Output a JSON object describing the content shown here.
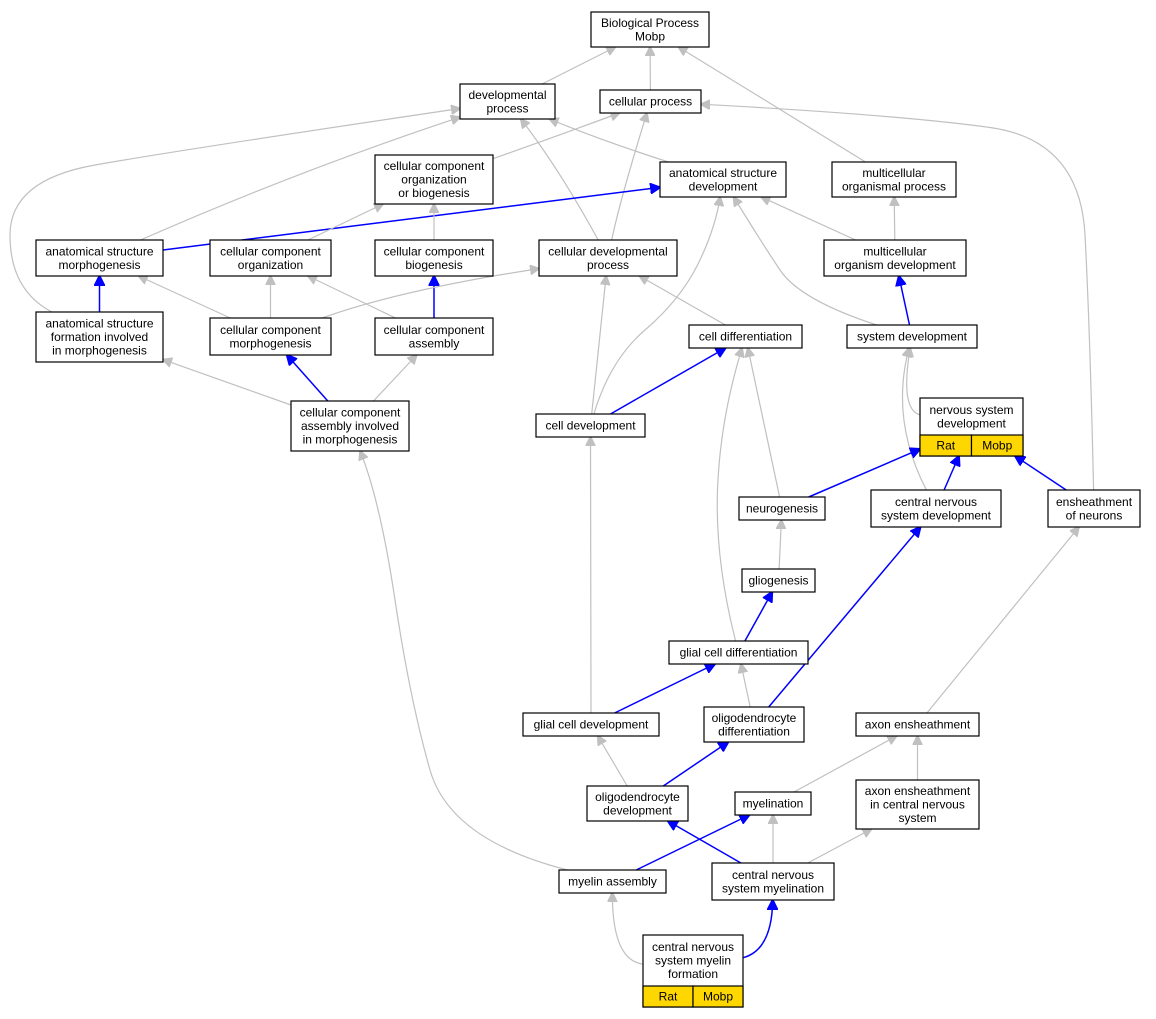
{
  "nodes": {
    "bp": {
      "lines": [
        "Biological Process",
        "Mobp"
      ]
    },
    "devp": {
      "lines": [
        "developmental",
        "process"
      ]
    },
    "cellp": {
      "lines": [
        "cellular process"
      ]
    },
    "ccob": {
      "lines": [
        "cellular component",
        "organization",
        "or biogenesis"
      ]
    },
    "asd": {
      "lines": [
        "anatomical structure",
        "development"
      ]
    },
    "mop": {
      "lines": [
        "multicellular",
        "organismal process"
      ]
    },
    "asm": {
      "lines": [
        "anatomical structure",
        "morphogenesis"
      ]
    },
    "cco": {
      "lines": [
        "cellular component",
        "organization"
      ]
    },
    "ccb": {
      "lines": [
        "cellular component",
        "biogenesis"
      ]
    },
    "cdp": {
      "lines": [
        "cellular developmental",
        "process"
      ]
    },
    "mod": {
      "lines": [
        "multicellular",
        "organism development"
      ]
    },
    "asf": {
      "lines": [
        "anatomical structure",
        "formation involved",
        "in morphogenesis"
      ]
    },
    "ccm": {
      "lines": [
        "cellular component",
        "morphogenesis"
      ]
    },
    "cca": {
      "lines": [
        "cellular component",
        "assembly"
      ]
    },
    "cdiff": {
      "lines": [
        "cell differentiation"
      ]
    },
    "sysd": {
      "lines": [
        "system development"
      ]
    },
    "ccaim": {
      "lines": [
        "cellular component",
        "assembly involved",
        "in morphogenesis"
      ]
    },
    "celldev": {
      "lines": [
        "cell development"
      ]
    },
    "nsd": {
      "lines": [
        "nervous system",
        "development"
      ],
      "tags": [
        "Rat",
        "Mobp"
      ]
    },
    "neurog": {
      "lines": [
        "neurogenesis"
      ]
    },
    "cnsd": {
      "lines": [
        "central nervous",
        "system development"
      ]
    },
    "ensh": {
      "lines": [
        "ensheathment",
        "of neurons"
      ]
    },
    "gliog": {
      "lines": [
        "gliogenesis"
      ]
    },
    "gcdiff": {
      "lines": [
        "glial cell differentiation"
      ]
    },
    "gcdev": {
      "lines": [
        "glial cell development"
      ]
    },
    "oligod": {
      "lines": [
        "oligodendrocyte",
        "differentiation"
      ]
    },
    "axen": {
      "lines": [
        "axon ensheathment"
      ]
    },
    "oligodev": {
      "lines": [
        "oligodendrocyte",
        "development"
      ]
    },
    "myel": {
      "lines": [
        "myelination"
      ]
    },
    "axcns": {
      "lines": [
        "axon ensheathment",
        "in central nervous",
        "system"
      ]
    },
    "myasm": {
      "lines": [
        "myelin assembly"
      ]
    },
    "cnsmy": {
      "lines": [
        "central nervous",
        "system myelination"
      ]
    },
    "cnsmf": {
      "lines": [
        "central nervous",
        "system myelin",
        "formation"
      ],
      "tags": [
        "Rat",
        "Mobp"
      ]
    }
  },
  "edges": [
    {
      "from": "devp",
      "to": "bp",
      "color": "grey"
    },
    {
      "from": "cellp",
      "to": "bp",
      "color": "grey"
    },
    {
      "from": "mop",
      "to": "bp",
      "color": "grey"
    },
    {
      "from": "ccob",
      "to": "cellp",
      "color": "grey"
    },
    {
      "from": "asd",
      "to": "devp",
      "color": "grey"
    },
    {
      "from": "asm",
      "to": "devp",
      "color": "grey"
    },
    {
      "from": "asf",
      "to": "devp",
      "color": "grey"
    },
    {
      "from": "cdp",
      "to": "devp",
      "color": "grey"
    },
    {
      "from": "cdp",
      "to": "cellp",
      "color": "grey"
    },
    {
      "from": "ensh",
      "to": "cellp",
      "color": "grey"
    },
    {
      "from": "asm",
      "to": "asd",
      "color": "blue"
    },
    {
      "from": "mod",
      "to": "asd",
      "color": "grey"
    },
    {
      "from": "sysd",
      "to": "asd",
      "color": "grey"
    },
    {
      "from": "celldev",
      "to": "asd",
      "color": "grey"
    },
    {
      "from": "mod",
      "to": "mop",
      "color": "grey"
    },
    {
      "from": "cco",
      "to": "ccob",
      "color": "grey"
    },
    {
      "from": "ccb",
      "to": "ccob",
      "color": "grey"
    },
    {
      "from": "asf",
      "to": "asm",
      "color": "blue"
    },
    {
      "from": "ccm",
      "to": "asm",
      "color": "grey"
    },
    {
      "from": "ccm",
      "to": "cco",
      "color": "grey"
    },
    {
      "from": "cca",
      "to": "cco",
      "color": "grey"
    },
    {
      "from": "cca",
      "to": "ccb",
      "color": "blue"
    },
    {
      "from": "ccm",
      "to": "cdp",
      "color": "grey"
    },
    {
      "from": "cdiff",
      "to": "cdp",
      "color": "grey"
    },
    {
      "from": "celldev",
      "to": "cdp",
      "color": "grey"
    },
    {
      "from": "sysd",
      "to": "mod",
      "color": "blue"
    },
    {
      "from": "ccaim",
      "to": "asf",
      "color": "grey"
    },
    {
      "from": "ccaim",
      "to": "ccm",
      "color": "blue"
    },
    {
      "from": "ccaim",
      "to": "cca",
      "color": "grey"
    },
    {
      "from": "celldev",
      "to": "cdiff",
      "color": "blue"
    },
    {
      "from": "neurog",
      "to": "cdiff",
      "color": "grey"
    },
    {
      "from": "gcdiff",
      "to": "cdiff",
      "color": "grey"
    },
    {
      "from": "nsd",
      "to": "sysd",
      "color": "grey"
    },
    {
      "from": "cnsd",
      "to": "sysd",
      "color": "grey"
    },
    {
      "from": "myasm",
      "to": "ccaim",
      "color": "grey"
    },
    {
      "from": "gcdev",
      "to": "celldev",
      "color": "grey"
    },
    {
      "from": "neurog",
      "to": "nsd",
      "color": "blue"
    },
    {
      "from": "cnsd",
      "to": "nsd",
      "color": "blue"
    },
    {
      "from": "ensh",
      "to": "nsd",
      "color": "blue"
    },
    {
      "from": "gliog",
      "to": "neurog",
      "color": "grey"
    },
    {
      "from": "oligod",
      "to": "cnsd",
      "color": "blue"
    },
    {
      "from": "axen",
      "to": "ensh",
      "color": "grey"
    },
    {
      "from": "gcdiff",
      "to": "gliog",
      "color": "blue"
    },
    {
      "from": "gcdev",
      "to": "gcdiff",
      "color": "blue"
    },
    {
      "from": "oligod",
      "to": "gcdiff",
      "color": "grey"
    },
    {
      "from": "oligodev",
      "to": "gcdev",
      "color": "grey"
    },
    {
      "from": "oligodev",
      "to": "oligod",
      "color": "blue"
    },
    {
      "from": "myel",
      "to": "axen",
      "color": "grey"
    },
    {
      "from": "axcns",
      "to": "axen",
      "color": "grey"
    },
    {
      "from": "cnsmy",
      "to": "oligodev",
      "color": "blue"
    },
    {
      "from": "myasm",
      "to": "myel",
      "color": "blue"
    },
    {
      "from": "cnsmy",
      "to": "myel",
      "color": "grey"
    },
    {
      "from": "cnsmy",
      "to": "axcns",
      "color": "grey"
    },
    {
      "from": "cnsmf",
      "to": "myasm",
      "color": "grey"
    },
    {
      "from": "cnsmf",
      "to": "cnsmy",
      "color": "blue"
    }
  ],
  "colors": {
    "grey_edge": "#c0c0c0",
    "blue_edge": "#0000ff",
    "tag_fill": "#ffd700",
    "box_stroke": "#000000"
  }
}
